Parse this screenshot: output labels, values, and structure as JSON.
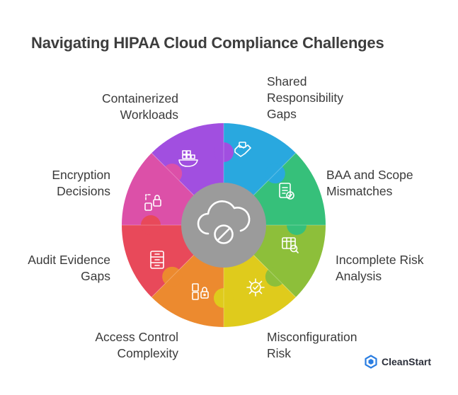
{
  "title": "Navigating HIPAA Cloud Compliance Challenges",
  "segments": [
    {
      "lines": [
        "Shared",
        "Responsibility",
        "Gaps"
      ],
      "color": "#29a8df",
      "icon": "handshake-icon"
    },
    {
      "lines": [
        "BAA and Scope",
        "Mismatches"
      ],
      "color": "#36c07a",
      "icon": "document-check-icon"
    },
    {
      "lines": [
        "Incomplete Risk",
        "Analysis"
      ],
      "color": "#8dbf3a",
      "icon": "table-search-icon"
    },
    {
      "lines": [
        "Misconfiguration",
        "Risk"
      ],
      "color": "#dfcb1c",
      "icon": "gear-check-icon"
    },
    {
      "lines": [
        "Access Control",
        "Complexity"
      ],
      "color": "#ec8a2f",
      "icon": "lock-access-icon"
    },
    {
      "lines": [
        "Audit Evidence",
        "Gaps"
      ],
      "color": "#e8495a",
      "icon": "file-cabinet-icon"
    },
    {
      "lines": [
        "Encryption",
        "Decisions"
      ],
      "color": "#dc50a8",
      "icon": "encryption-lock-icon"
    },
    {
      "lines": [
        "Containerized",
        "Workloads"
      ],
      "color": "#a14fe0",
      "icon": "container-ship-icon"
    }
  ],
  "center": {
    "icon": "cloud-blocked-icon",
    "color": "#8e8e8e"
  },
  "brand": {
    "name": "CleanStart",
    "icon": "cleanstart-logo-icon",
    "color": "#2a7de1"
  }
}
